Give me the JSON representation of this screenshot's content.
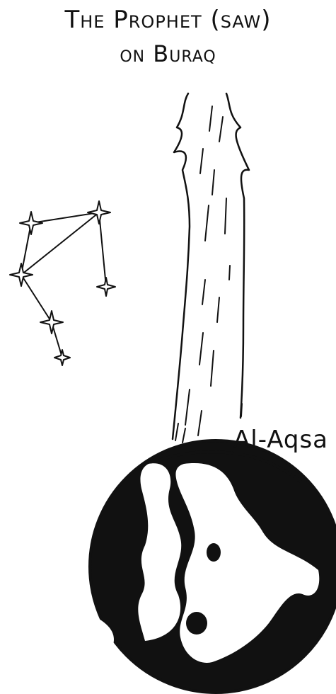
{
  "title": {
    "line1": "The Prophet (saw)",
    "line2": "on Buraq"
  },
  "earth_label": "Al-Aqsa",
  "colors": {
    "ink": "#111111",
    "paper": "#ffffff"
  },
  "illustration": {
    "subjects": [
      "constellation",
      "light-trail",
      "earth-globe"
    ],
    "constellation_star_count": 6
  }
}
